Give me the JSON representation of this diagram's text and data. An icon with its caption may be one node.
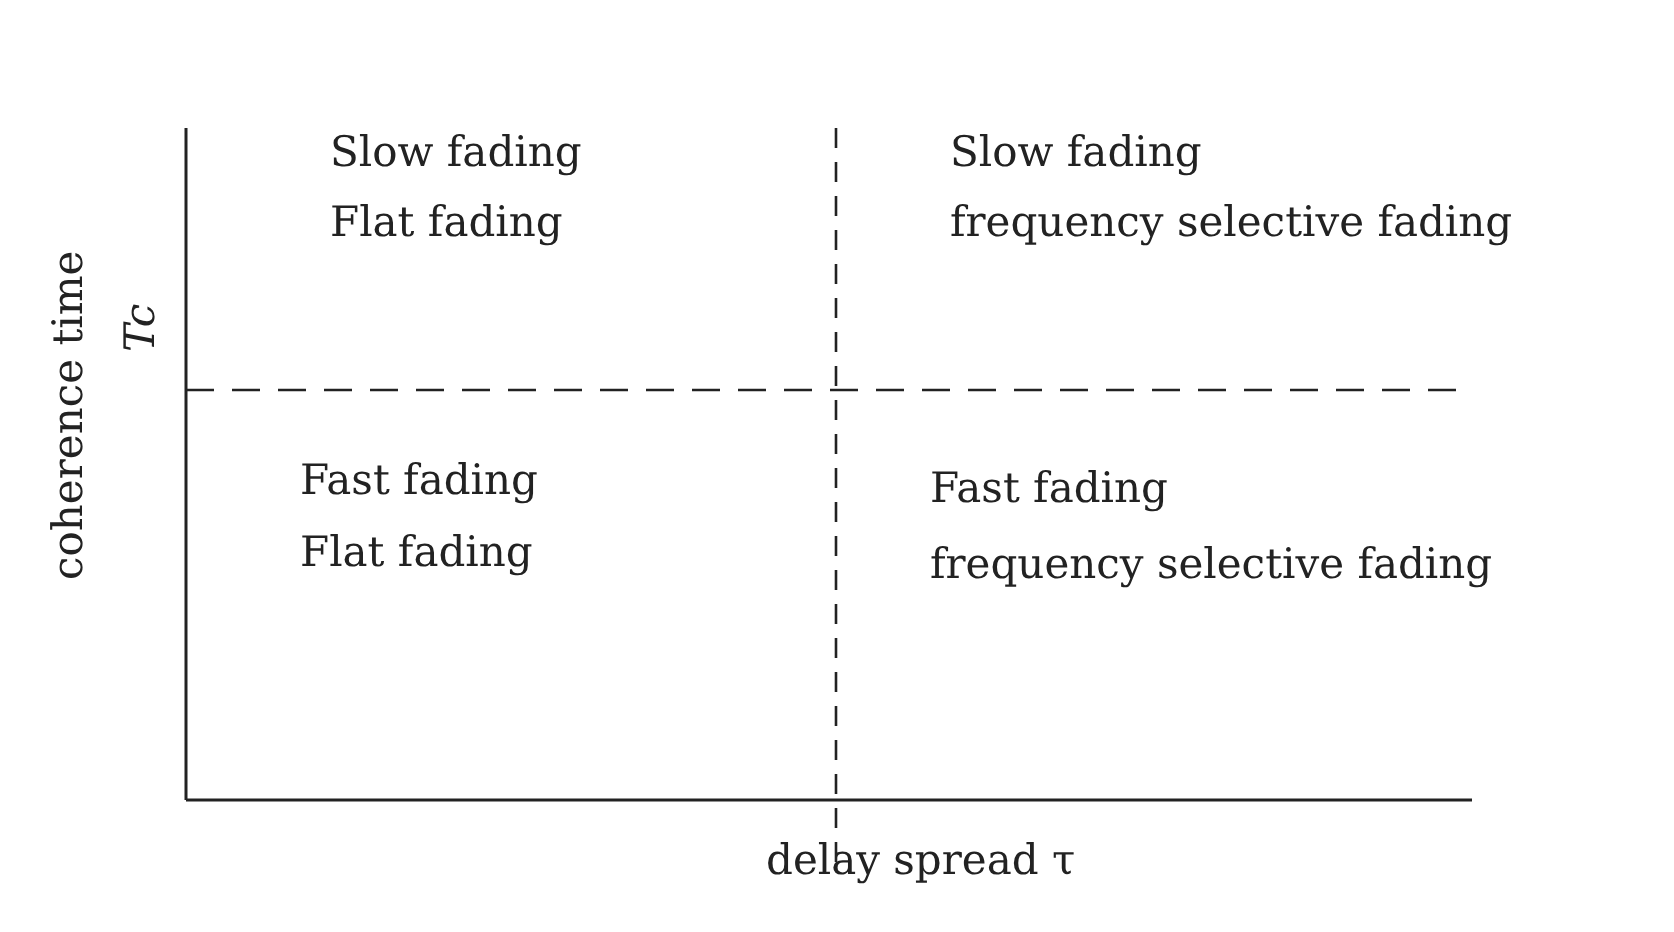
{
  "diagram": {
    "labels": [
      "Slow fading",
      "Flat fading",
      "Slow fading",
      "frequency selective fading",
      "Fast fading",
      "Flat fading",
      "Fast fading",
      "frequency selective fading",
      "coherence time",
      "Tc",
      "delay spread τ"
    ]
  }
}
